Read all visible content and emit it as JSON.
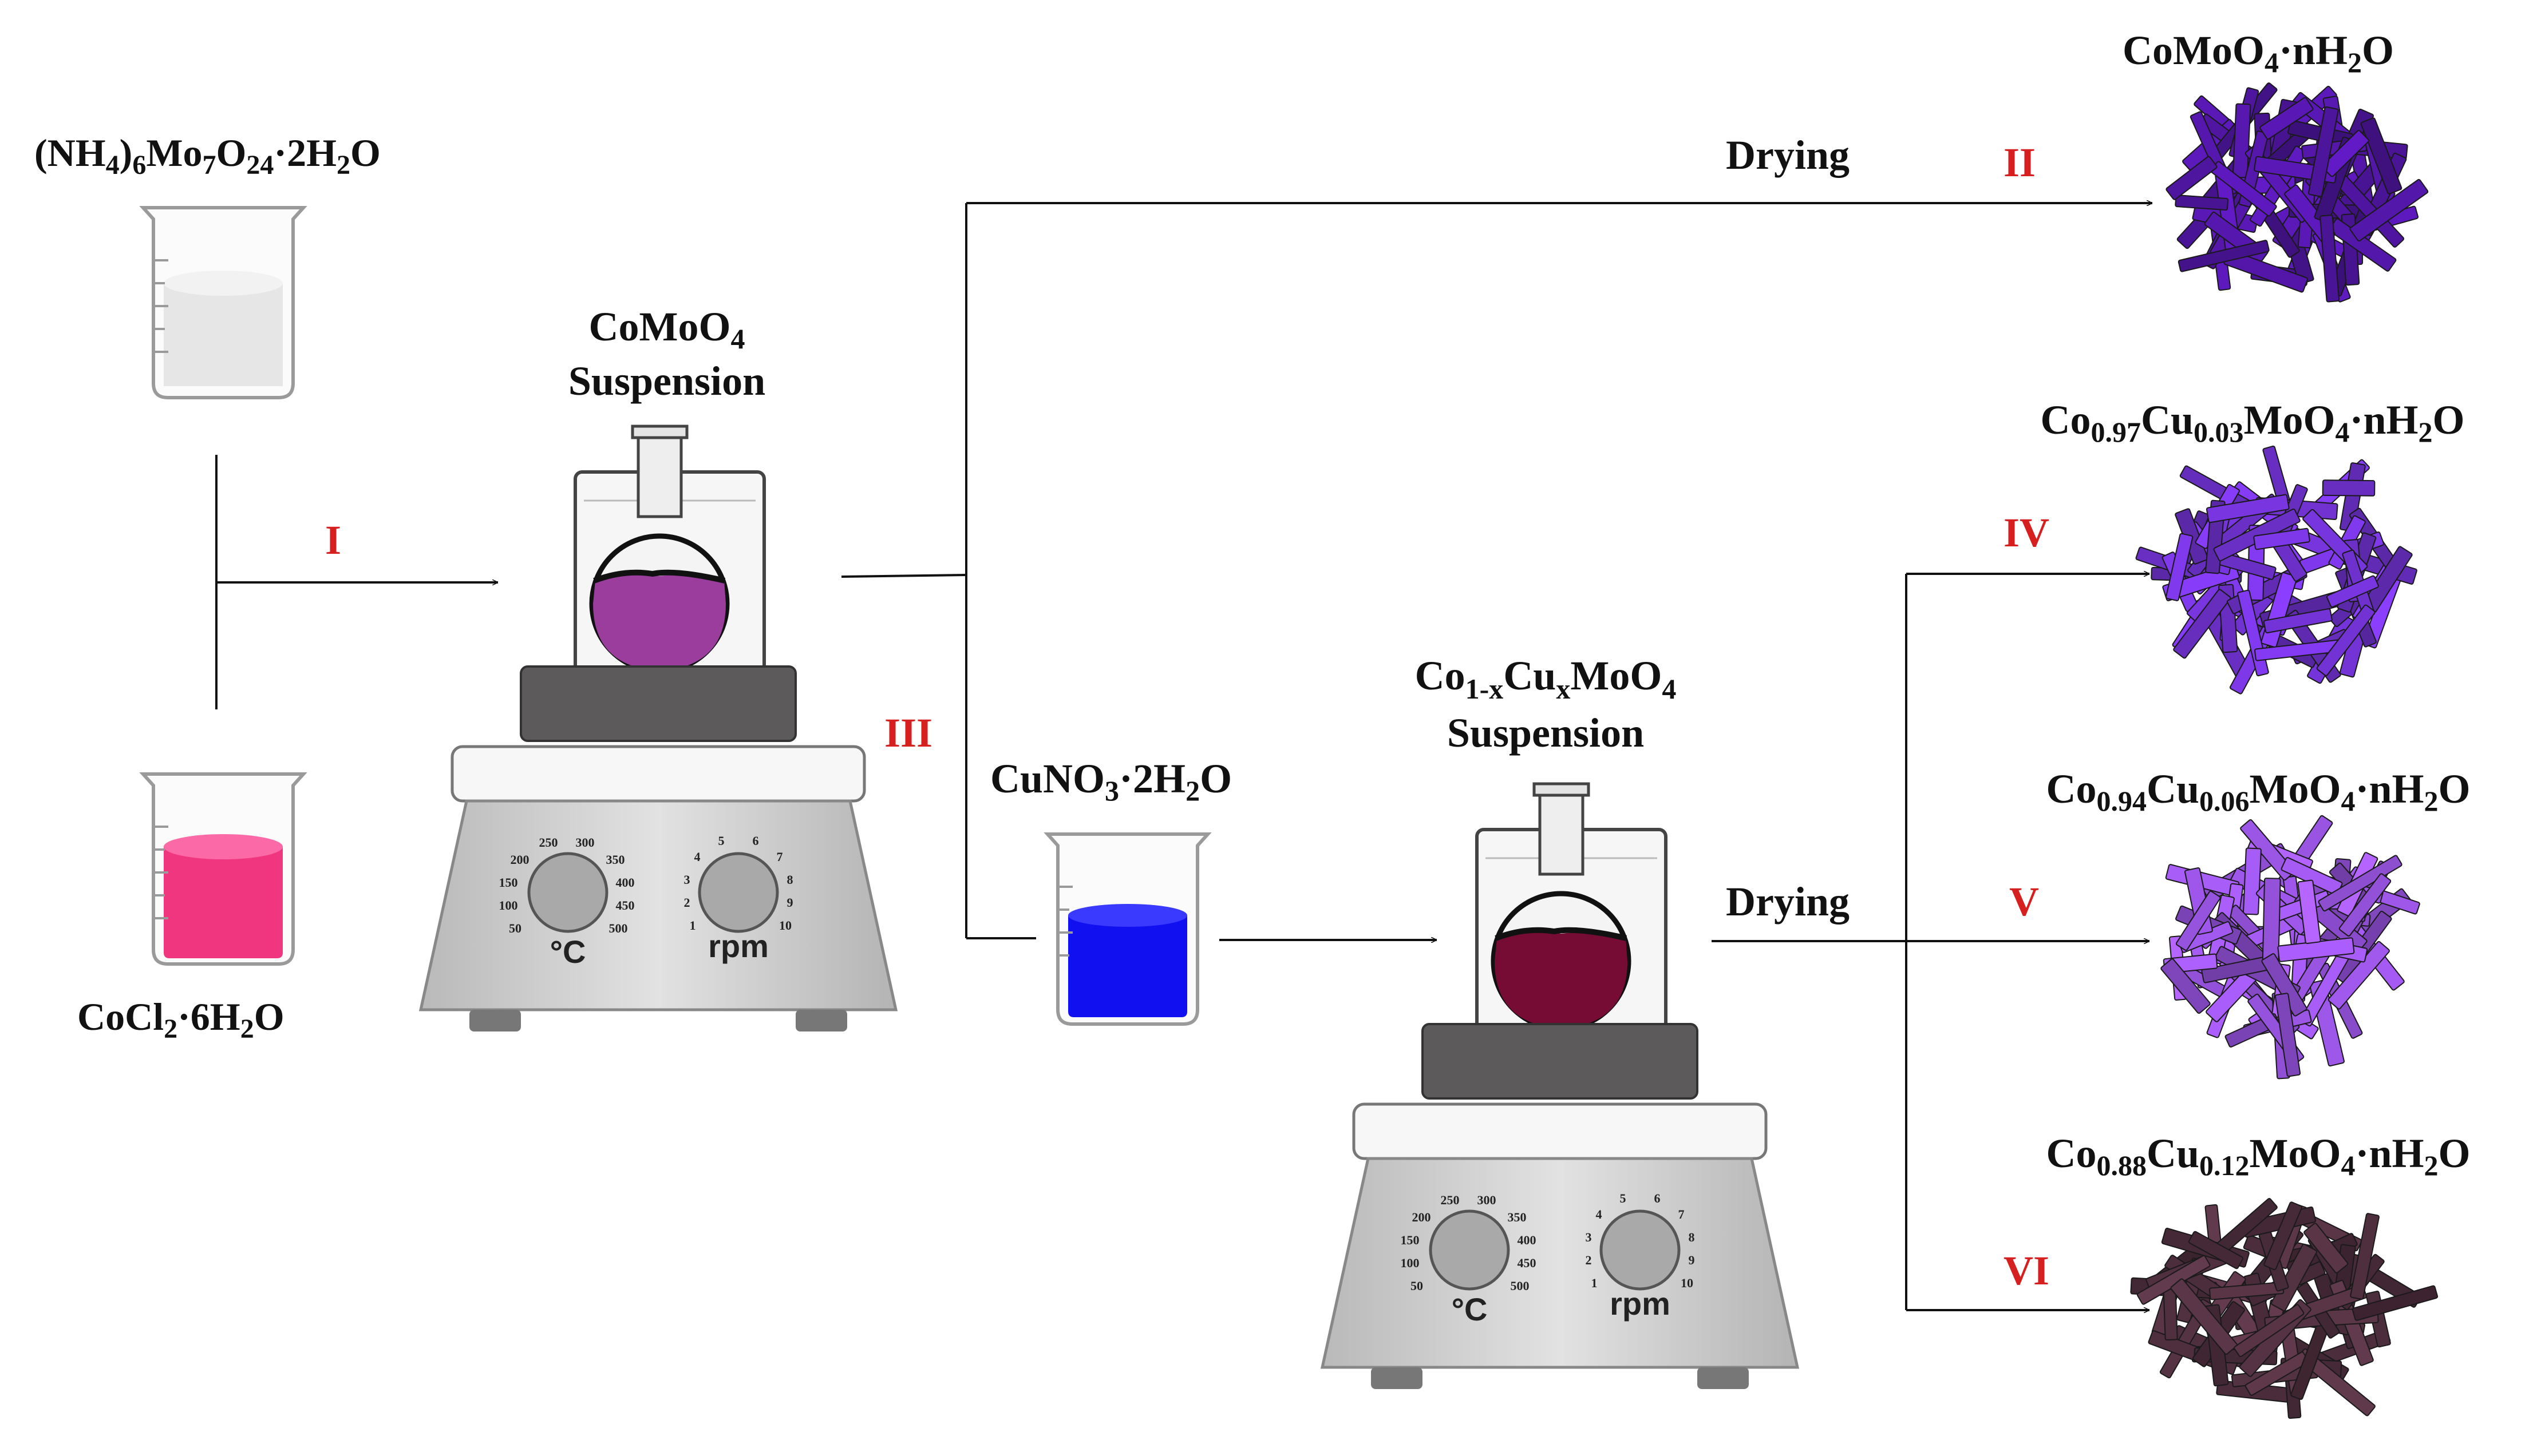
{
  "reagents": {
    "ammonium_molybdate": {
      "base": "(NH",
      "s1": "4",
      "m1": ")",
      "s2": "6",
      "m2": "Mo",
      "s3": "7",
      "m3": "O",
      "s4": "24",
      "tail": "·2H",
      "s5": "2",
      "end": "O"
    },
    "cobalt_chloride": {
      "base": "CoCl",
      "s1": "2",
      "m1": "·6H",
      "s2": "2",
      "end": "O"
    },
    "copper_nitrate": {
      "base": "CuNO",
      "s1": "3",
      "m1": "·2H",
      "s2": "2",
      "end": "O"
    }
  },
  "suspensions": {
    "comoo4": {
      "base": "CoMoO",
      "s1": "4",
      "line2": "Suspension"
    },
    "co_cu": {
      "base": "Co",
      "s1": "1-x",
      "m1": "Cu",
      "s2": "x",
      "m2": "MoO",
      "s3": "4",
      "line2": "Suspension"
    }
  },
  "steps": {
    "i": "I",
    "ii": "II",
    "iii": "III",
    "iv": "IV",
    "v": "V",
    "vi": "VI"
  },
  "drying_labels": {
    "top": "Drying",
    "bottom": "Drying"
  },
  "products": {
    "comoo4_hydrate": {
      "base": "CoMoO",
      "s1": "4",
      "m1": "·nH",
      "s2": "2",
      "end": "O"
    },
    "cu003": {
      "base": "Co",
      "s1": "0.97",
      "m1": "Cu",
      "s2": "0.03",
      "m2": "MoO",
      "s3": "4",
      "m3": "·nH",
      "s4": "2",
      "end": "O"
    },
    "cu006": {
      "base": "Co",
      "s1": "0.94",
      "m1": "Cu",
      "s2": "0.06",
      "m2": "MoO",
      "s3": "4",
      "m3": "·nH",
      "s4": "2",
      "end": "O"
    },
    "cu012": {
      "base": "Co",
      "s1": "0.88",
      "m1": "Cu",
      "s2": "0.12",
      "m2": "MoO",
      "s3": "4",
      "m3": "·nH",
      "s4": "2",
      "end": "O"
    }
  },
  "hotplate": {
    "temp_ticks": [
      "50",
      "100",
      "150",
      "200",
      "250",
      "300",
      "350",
      "400",
      "450",
      "500"
    ],
    "temp_unit": "°C",
    "speed_ticks": [
      "1",
      "2",
      "3",
      "4",
      "5",
      "6",
      "7",
      "8",
      "9",
      "10"
    ],
    "speed_unit": "rpm"
  },
  "colors": {
    "cobalt_solution": "#f0367f",
    "molybdate_solution": "#e6e6e6",
    "copper_solution": "#1010f0",
    "comoo4_suspension": "#9a3d9c",
    "co_cu_suspension": "#760c33",
    "product_ii": "#4a1496",
    "product_iv": "#6a2fc4",
    "product_v": "#8a4ccc",
    "product_vi": "#4a2c3a",
    "step_label": "#d62020"
  }
}
